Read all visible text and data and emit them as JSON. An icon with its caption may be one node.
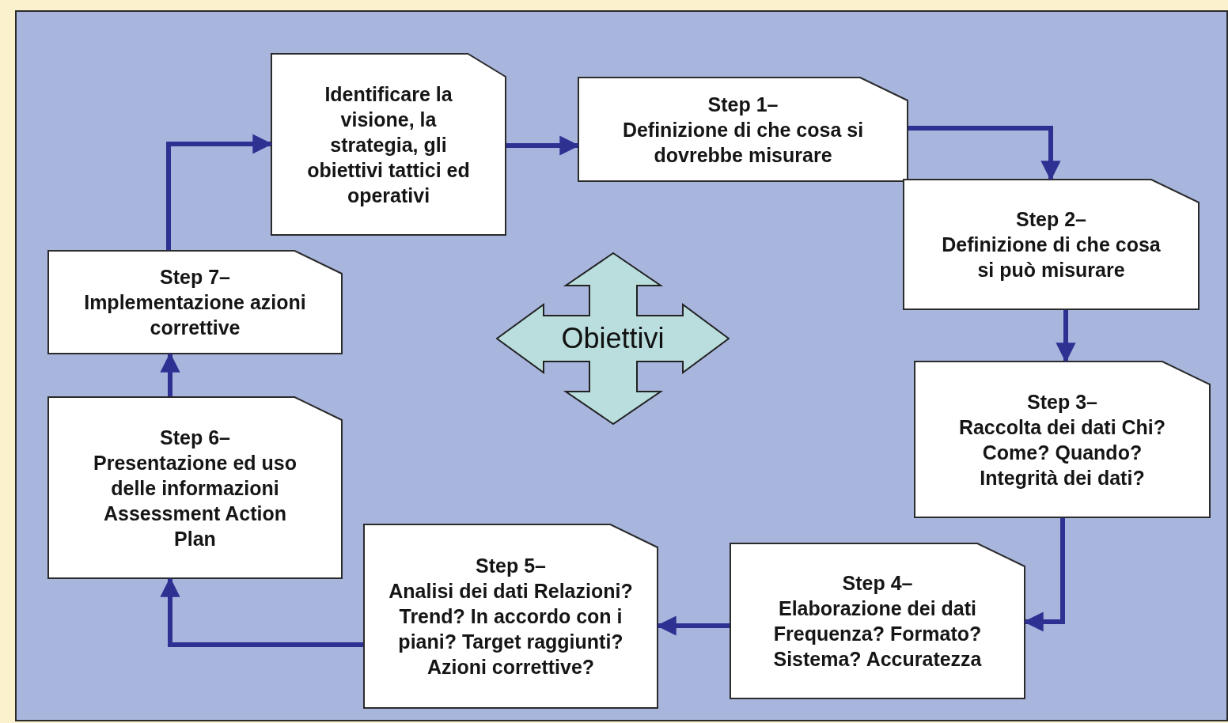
{
  "diagram": {
    "nodes": [
      {
        "text": [
          "Identificare la visione, la strategia, gli obiettivi tattici ed operativi"
        ]
      },
      {
        "text": [
          "Step 1–",
          "Definizione di che cosa si dovrebbe misurare"
        ]
      },
      {
        "text": [
          "Step 2–",
          "Definizione di che cosa si può misurare"
        ]
      },
      {
        "text": [
          "Step 3–",
          "Raccolta dei dati Chi? Come? Quando? Integrità dei dati?"
        ]
      },
      {
        "text": [
          "Step 4–",
          "Elaborazione dei dati Frequenza? Formato? Sistema? Accuratezza"
        ]
      },
      {
        "text": [
          "Step 5–",
          "Analisi dei dati Relazioni? Trend? In accordo con i piani? Target raggiunti? Azioni correttive?"
        ]
      },
      {
        "text": [
          "Step 6–",
          "Presentazione ed uso delle informazioni Assessment Action Plan"
        ]
      },
      {
        "text": [
          "Step 7–",
          "Implementazione azioni correttive"
        ]
      },
      {
        "text": [
          "Obiettivi"
        ]
      }
    ],
    "edges": [
      {
        "from": 7,
        "to": 0,
        "arrow": "to"
      },
      {
        "from": 0,
        "to": 1,
        "arrow": "to"
      },
      {
        "from": 1,
        "to": 2,
        "arrow": "to"
      },
      {
        "from": 2,
        "to": 3,
        "arrow": "to"
      },
      {
        "from": 3,
        "to": 4,
        "arrow": "to"
      },
      {
        "from": 4,
        "to": 5,
        "arrow": "to"
      },
      {
        "from": 5,
        "to": 6,
        "arrow": "to"
      },
      {
        "from": 6,
        "to": 7,
        "arrow": "to"
      }
    ]
  }
}
